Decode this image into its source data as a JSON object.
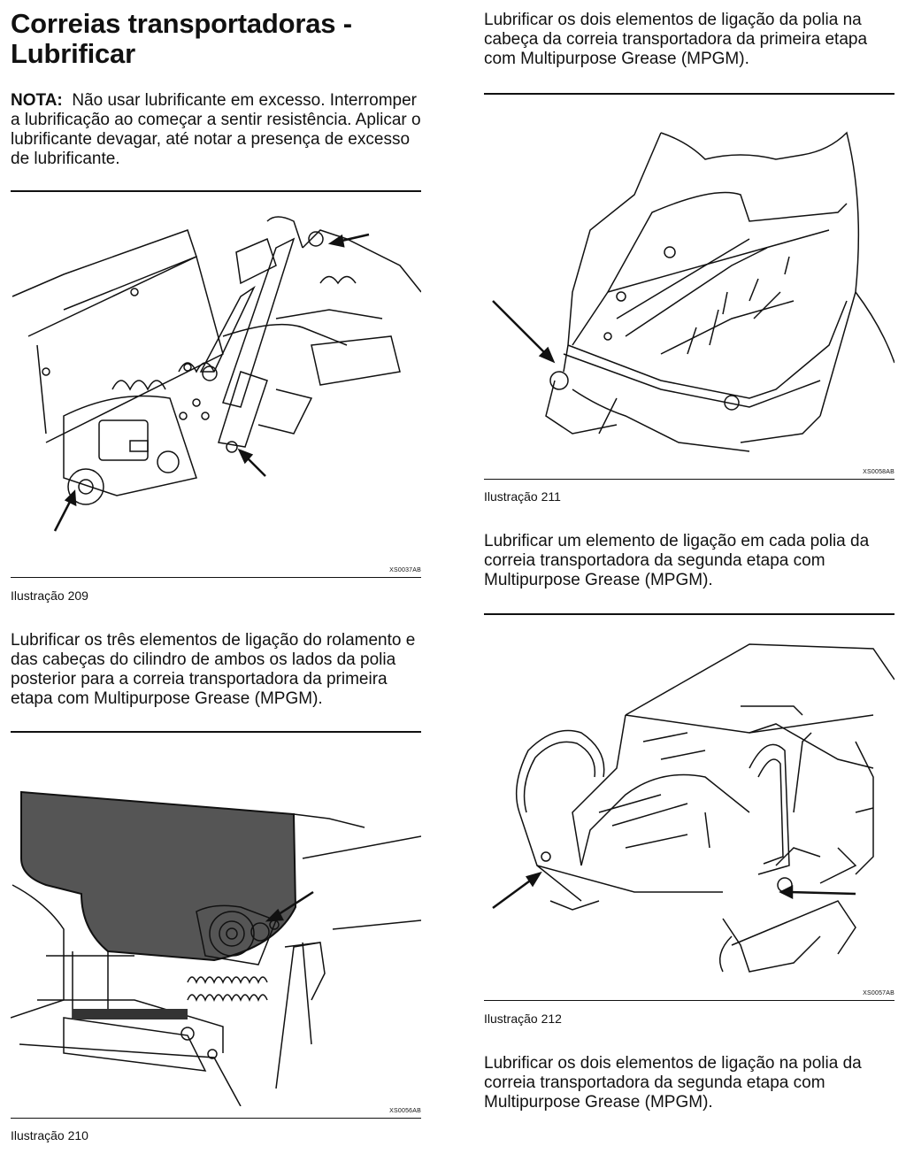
{
  "heading": "Correias transportadoras - Lubrificar",
  "note": {
    "label": "NOTA:",
    "text": "Não usar lubrificante em excesso. Interromper a lubrificação ao começar a sentir resistência. Aplicar o lubrificante devagar, até notar a presença de excesso de lubrificante."
  },
  "figures": [
    {
      "caption": "Ilustração 209",
      "code": "XS0037AB"
    },
    {
      "caption": "Ilustração 210",
      "code": "XS0056AB"
    },
    {
      "caption": "Ilustração 211",
      "code": "XS0058AB"
    },
    {
      "caption": "Ilustração 212",
      "code": "XS0057AB"
    }
  ],
  "paragraphs": {
    "p_209": "Lubrificar os três elementos de ligação do rolamento e das cabeças do cilindro de ambos os lados da polia posterior para a correia transportadora da primeira etapa com Multipurpose Grease (MPGM).",
    "p_top_right": "Lubrificar os dois elementos de ligação da polia na cabeça da correia transportadora da primeira etapa com  Multipurpose Grease (MPGM).",
    "p_211": "Lubrificar um elemento de ligação em cada polia da correia transportadora da segunda etapa com Multipurpose Grease (MPGM).",
    "p_212": "Lubrificar os dois elementos de ligação na polia da correia transportadora da segunda etapa com Multipurpose Grease (MPGM)."
  }
}
